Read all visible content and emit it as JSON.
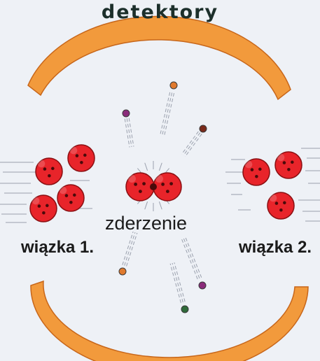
{
  "labels": {
    "title": "detektory",
    "collision": "zderzenie",
    "beam_left": "wiązka 1.",
    "beam_right": "wiązka 2."
  },
  "colors": {
    "background": "#eef1f6",
    "detector": "#f29a3c",
    "detector_edge": "#c7661a",
    "proton": "#e8242a",
    "proton_edge": "#8a0f12",
    "quark": "#4a0a0a",
    "streak": "#9aa0ad",
    "particle_purple": "#8a2b7a",
    "particle_orange": "#e07a2e",
    "particle_brown": "#7a2a1a",
    "particle_green": "#2f6b3a"
  }
}
